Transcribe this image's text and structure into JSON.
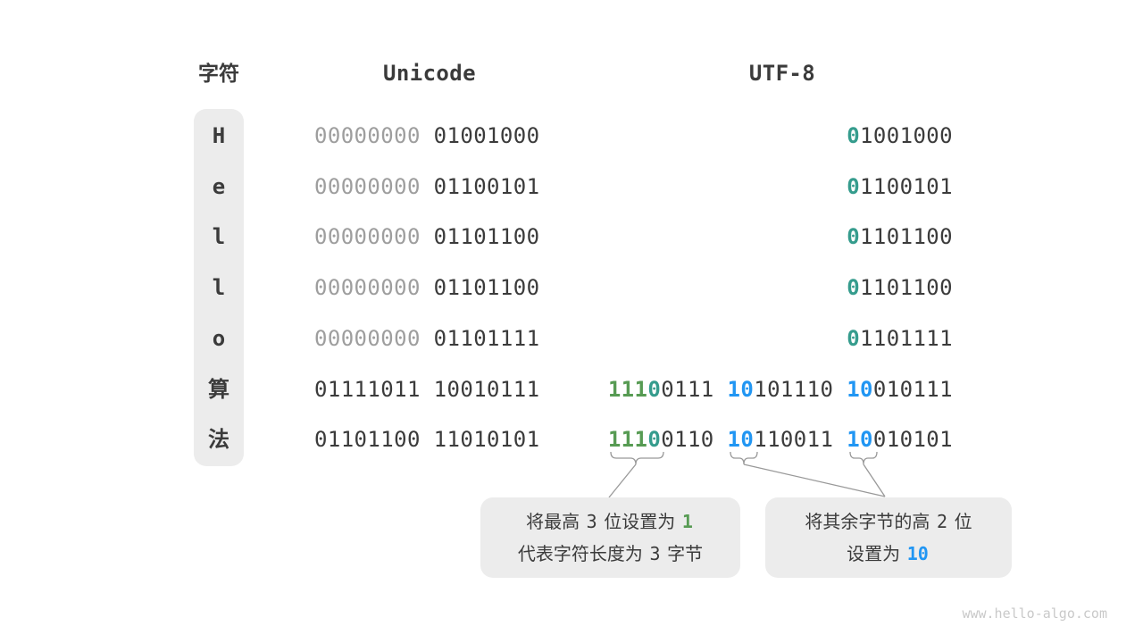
{
  "header": {
    "char_label": "字符",
    "unicode_label": "Unicode",
    "utf8_label": "UTF-8"
  },
  "colors": {
    "dark": "#3B3B3B",
    "gray": "#9E9E9E",
    "teal": "#359C8D",
    "green": "#579B53",
    "blue": "#2196F3",
    "panel": "#ECECEC",
    "watermark": "#C9C9C9",
    "line": "#999999"
  },
  "table": {
    "rows": [
      {
        "char": "H",
        "unicode": [
          [
            "00000000",
            "gray"
          ],
          [
            " 01001000",
            "dark"
          ]
        ],
        "utf8": [
          [
            "0",
            "teal"
          ],
          [
            "1001000",
            "dark"
          ]
        ]
      },
      {
        "char": "e",
        "unicode": [
          [
            "00000000",
            "gray"
          ],
          [
            " 01100101",
            "dark"
          ]
        ],
        "utf8": [
          [
            "0",
            "teal"
          ],
          [
            "1100101",
            "dark"
          ]
        ]
      },
      {
        "char": "l",
        "unicode": [
          [
            "00000000",
            "gray"
          ],
          [
            " 01101100",
            "dark"
          ]
        ],
        "utf8": [
          [
            "0",
            "teal"
          ],
          [
            "1101100",
            "dark"
          ]
        ]
      },
      {
        "char": "l",
        "unicode": [
          [
            "00000000",
            "gray"
          ],
          [
            " 01101100",
            "dark"
          ]
        ],
        "utf8": [
          [
            "0",
            "teal"
          ],
          [
            "1101100",
            "dark"
          ]
        ]
      },
      {
        "char": "o",
        "unicode": [
          [
            "00000000",
            "gray"
          ],
          [
            " 01101111",
            "dark"
          ]
        ],
        "utf8": [
          [
            "0",
            "teal"
          ],
          [
            "1101111",
            "dark"
          ]
        ]
      },
      {
        "char": "算",
        "unicode": [
          [
            "01111011 10010111",
            "dark"
          ]
        ],
        "utf8": [
          [
            "111",
            "green"
          ],
          [
            "0",
            "teal"
          ],
          [
            "0111",
            "dark"
          ],
          [
            " ",
            "dark"
          ],
          [
            "10",
            "blue"
          ],
          [
            "101110",
            "dark"
          ],
          [
            " ",
            "dark"
          ],
          [
            "10",
            "blue"
          ],
          [
            "010111",
            "dark"
          ]
        ]
      },
      {
        "char": "法",
        "unicode": [
          [
            "01101100 11010101",
            "dark"
          ]
        ],
        "utf8": [
          [
            "111",
            "green"
          ],
          [
            "0",
            "teal"
          ],
          [
            "0110",
            "dark"
          ],
          [
            " ",
            "dark"
          ],
          [
            "10",
            "blue"
          ],
          [
            "110011",
            "dark"
          ],
          [
            " ",
            "dark"
          ],
          [
            "10",
            "blue"
          ],
          [
            "010101",
            "dark"
          ]
        ]
      }
    ]
  },
  "annotations": {
    "left_box": {
      "lines": [
        [
          [
            "将最高 ",
            "t"
          ],
          [
            "3",
            "n"
          ],
          [
            " 位设置为 ",
            "t"
          ],
          [
            "1",
            "g"
          ]
        ],
        [
          [
            "代表字符长度为 ",
            "t"
          ],
          [
            "3",
            "n"
          ],
          [
            " 字节",
            "t"
          ]
        ]
      ]
    },
    "right_box": {
      "lines": [
        [
          [
            "将其余字节的高 ",
            "t"
          ],
          [
            "2",
            "n"
          ],
          [
            " 位",
            "t"
          ]
        ],
        [
          [
            "设置为 ",
            "t"
          ],
          [
            "10",
            "b"
          ]
        ]
      ]
    }
  },
  "watermark": "www.hello-algo.com"
}
